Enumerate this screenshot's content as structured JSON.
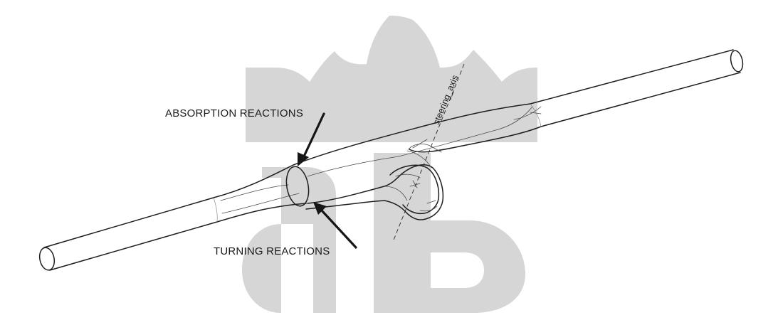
{
  "diagram": {
    "labels": {
      "absorption": "ABSORPTION REACTIONS",
      "turning": "TURNING REACTIONS",
      "axis": "steering_axis"
    },
    "colors": {
      "outline": "#1e1e1e",
      "watermark": "#d6d6d6",
      "arrow": "#151515",
      "background": "#ffffff"
    }
  }
}
